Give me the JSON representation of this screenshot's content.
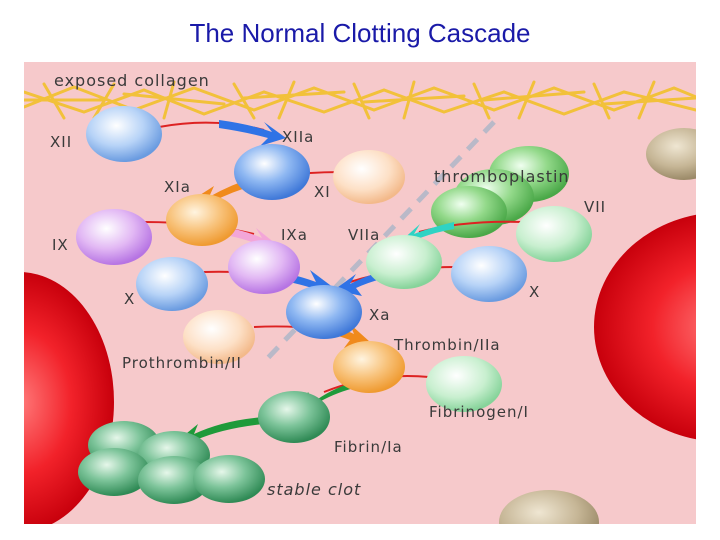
{
  "title": "The Normal Clotting Cascade",
  "colors": {
    "title": "#1a1aa8",
    "background": "#f6c9cb",
    "collagen": "#f2c13a",
    "rbc": "#e8101a",
    "platelet": "#b9aa8c",
    "blue_arrow": "#2f73e6",
    "orange_arrow": "#f08a1c",
    "green_arrow": "#1f9a3a",
    "cyan_arrow": "#2fd3c4",
    "pink_arrow": "#f3a6d8"
  },
  "labels": {
    "collagen": "exposed collagen",
    "xii": "XII",
    "xiia": "XIIa",
    "xi": "XI",
    "xia": "XIa",
    "ix": "IX",
    "ixa": "IXa",
    "thromboplastin": "thromboplastin",
    "vii": "VII",
    "viia": "VIIa",
    "x_left": "X",
    "x_right": "X",
    "xa": "Xa",
    "thrombin": "Thrombin/IIa",
    "prothrombin": "Prothrombin/II",
    "fibrinogen": "Fibrinogen/I",
    "fibrin": "Fibrin/Ia",
    "stable_clot": "stable clot"
  }
}
